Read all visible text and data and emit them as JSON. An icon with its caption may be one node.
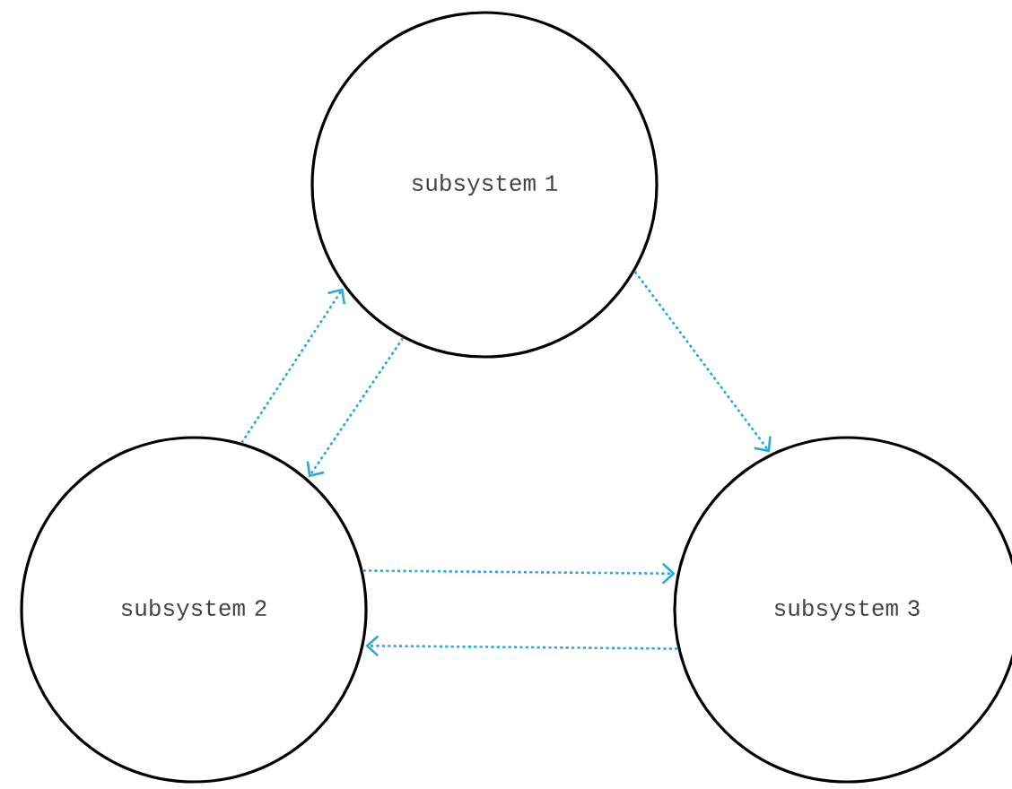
{
  "diagram": {
    "nodes": [
      {
        "text": [
          "subsystem 1"
        ]
      },
      {
        "text": [
          "subsystem 2"
        ]
      },
      {
        "text": [
          "subsystem 3"
        ]
      }
    ],
    "edges": [
      {
        "from": 1,
        "to": 0,
        "arrow": "to",
        "style": "dashed"
      },
      {
        "from": 0,
        "to": 1,
        "arrow": "to",
        "style": "dashed"
      },
      {
        "from": 0,
        "to": 2,
        "arrow": "to",
        "style": "dashed"
      },
      {
        "from": 1,
        "to": 2,
        "arrow": "to",
        "style": "dashed"
      },
      {
        "from": 2,
        "to": 1,
        "arrow": "to",
        "style": "dashed"
      }
    ]
  }
}
